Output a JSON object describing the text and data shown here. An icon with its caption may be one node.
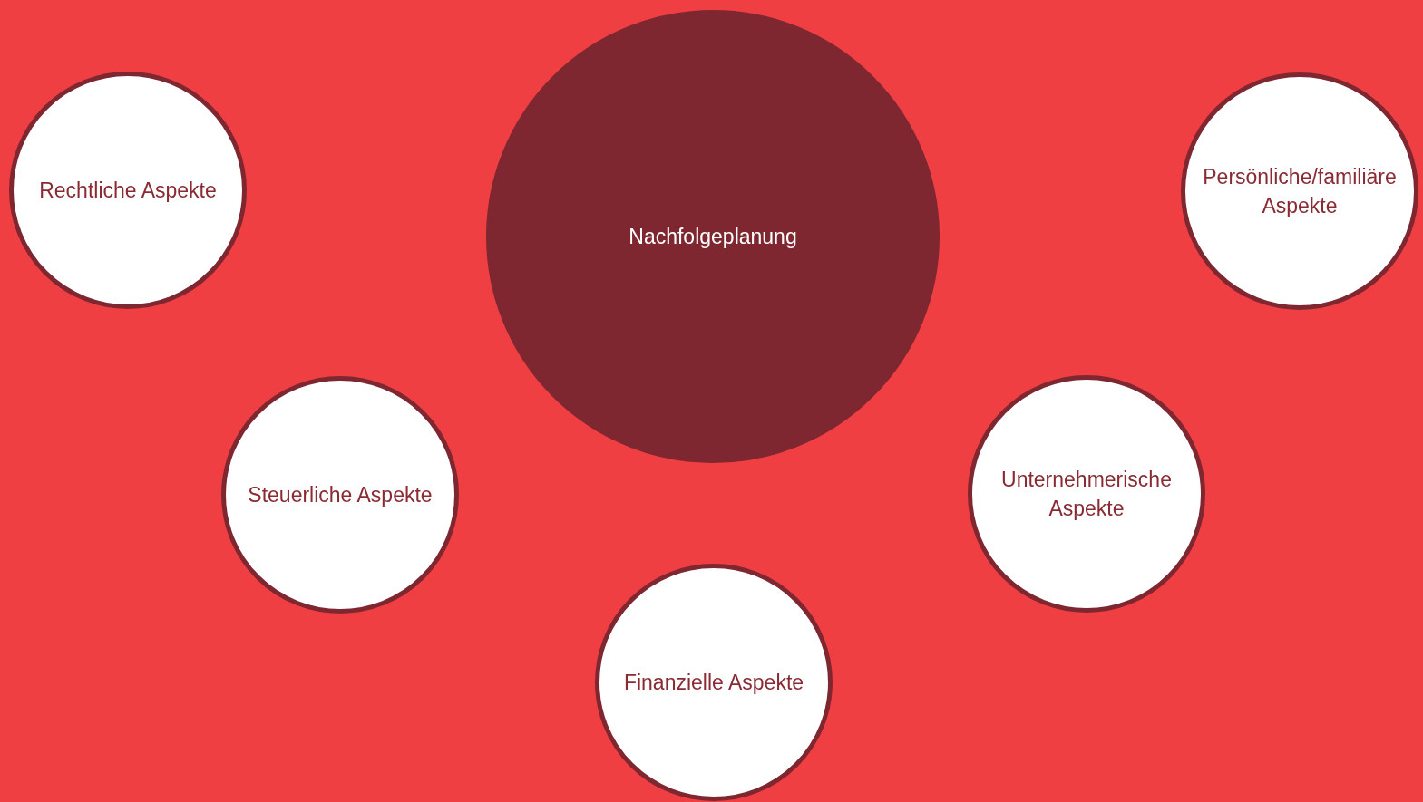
{
  "diagram": {
    "nodes": [
      {
        "text": [
          "Nachfolgeplanung"
        ]
      },
      {
        "text": [
          "Rechtliche Aspekte"
        ]
      },
      {
        "text": [
          "Persönliche/familiäre Aspekte"
        ]
      },
      {
        "text": [
          "Steuerliche Aspekte"
        ]
      },
      {
        "text": [
          "Unternehmerische Aspekte"
        ]
      },
      {
        "text": [
          "Finanzielle Aspekte"
        ]
      }
    ]
  }
}
